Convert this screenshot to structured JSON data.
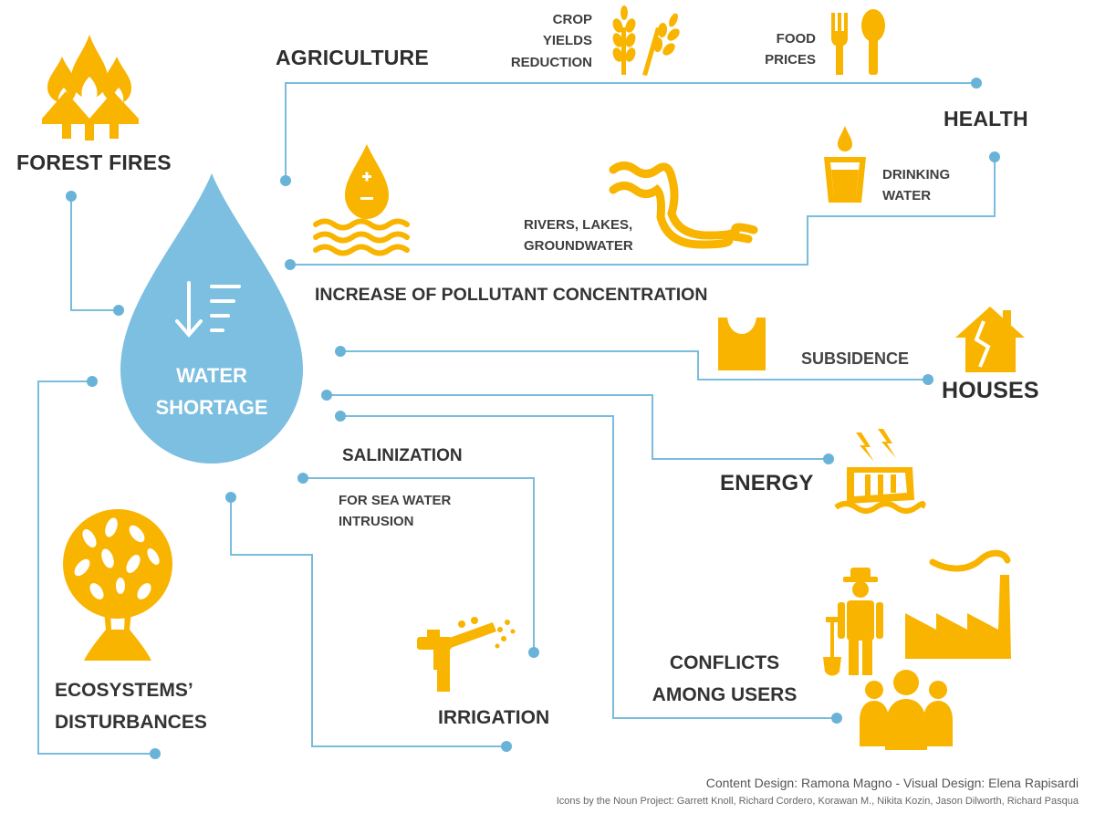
{
  "colors": {
    "line": "#79bcdc",
    "dot": "#6ab3d8",
    "icon": "#f9b400",
    "drop": "#7cbfe0",
    "text": "#333333"
  },
  "center": {
    "lines": [
      "WATER",
      "SHORTAGE"
    ]
  },
  "labels": {
    "forest_fires": "FOREST FIRES",
    "agriculture": "AGRICULTURE",
    "crop_yields": [
      "CROP",
      "YIELDS",
      "REDUCTION"
    ],
    "food_prices": [
      "FOOD",
      "PRICES"
    ],
    "health": "HEALTH",
    "drinking_water": [
      "DRINKING",
      "WATER"
    ],
    "rivers": [
      "RIVERS, LAKES,",
      "GROUNDWATER"
    ],
    "pollutant": "INCREASE OF POLLUTANT CONCENTRATION",
    "subsidence": "SUBSIDENCE",
    "houses": "HOUSES",
    "energy": "ENERGY",
    "salinization": "SALINIZATION",
    "sea_water": [
      "FOR SEA WATER",
      "INTRUSION"
    ],
    "ecosystems": [
      "ECOSYSTEMS’",
      "DISTURBANCES"
    ],
    "irrigation": "IRRIGATION",
    "conflicts": [
      "CONFLICTS",
      "AMONG USERS"
    ]
  },
  "icons": [
    "forest-fire-icon",
    "wheat-icon",
    "fork-spoon-icon",
    "water-glass-icon",
    "pollutant-drop-icon",
    "river-waves-icon",
    "subsidence-icon",
    "house-crack-icon",
    "hydropower-icon",
    "tree-icon",
    "sprinkler-icon",
    "farmer-icon",
    "factory-icon",
    "people-group-icon"
  ],
  "credits": {
    "line1": "Content Design: Ramona Magno  - Visual Design: Elena Rapisardi",
    "line2": "Icons by the Noun Project: Garrett Knoll, Richard Cordero, Korawan M., Nikita Kozin, Jason Dilworth, Richard Pasqua"
  }
}
